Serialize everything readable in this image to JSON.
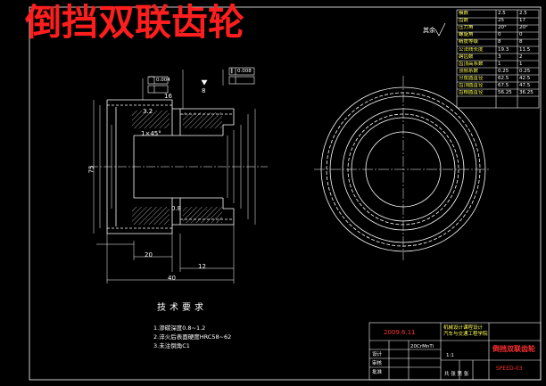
{
  "title": "倒挡双联齿轮",
  "roughness_note": "其余",
  "requirements": {
    "title": "技术要求",
    "items": [
      "1.渗碳深度0.8~1.2",
      "2.淬火后表面硬度HRC58~62",
      "3.未注倒角C1"
    ]
  },
  "dimensions": {
    "chamfer": "1×45°",
    "d_overall": "75",
    "w_left": "20",
    "w_right": "12",
    "h_a": "16",
    "h_b": "8",
    "dim_total": "40",
    "note_a": "0.8",
    "note_b": "3.2"
  },
  "tolerance_frames": [
    {
      "symbol": "⌒",
      "value": "0.004"
    },
    {
      "symbol": "∥",
      "value": "0.008"
    }
  ],
  "param_table": {
    "rows": [
      [
        "模数",
        "2.5",
        "2.5"
      ],
      [
        "齿数",
        "25",
        "17"
      ],
      [
        "压力角",
        "20°",
        "20°"
      ],
      [
        "螺旋角",
        "0",
        "0"
      ],
      [
        "精度等级",
        "8",
        "8"
      ],
      [
        "公法线长度",
        "19.3",
        "11.5"
      ],
      [
        "跨齿数",
        "3",
        "2"
      ],
      [
        "齿顶高系数",
        "1",
        "1"
      ],
      [
        "顶隙系数",
        "0.25",
        "0.25"
      ],
      [
        "分度圆直径",
        "62.5",
        "42.5"
      ],
      [
        "齿顶圆直径",
        "67.5",
        "47.5"
      ],
      [
        "齿根圆直径",
        "56.25",
        "36.25"
      ]
    ]
  },
  "title_block": {
    "school": "机械设计课程设计",
    "school2": "汽车与交通工程学院",
    "part_name": "倒挡双联齿轮",
    "drawing_no": "SPEED-03",
    "material": "20CrMnTi",
    "scale": "1:1",
    "designer": "设计",
    "checker": "审核",
    "approver": "批准",
    "stamp": "2009.6.11",
    "sheet": "共 张 第 张"
  }
}
